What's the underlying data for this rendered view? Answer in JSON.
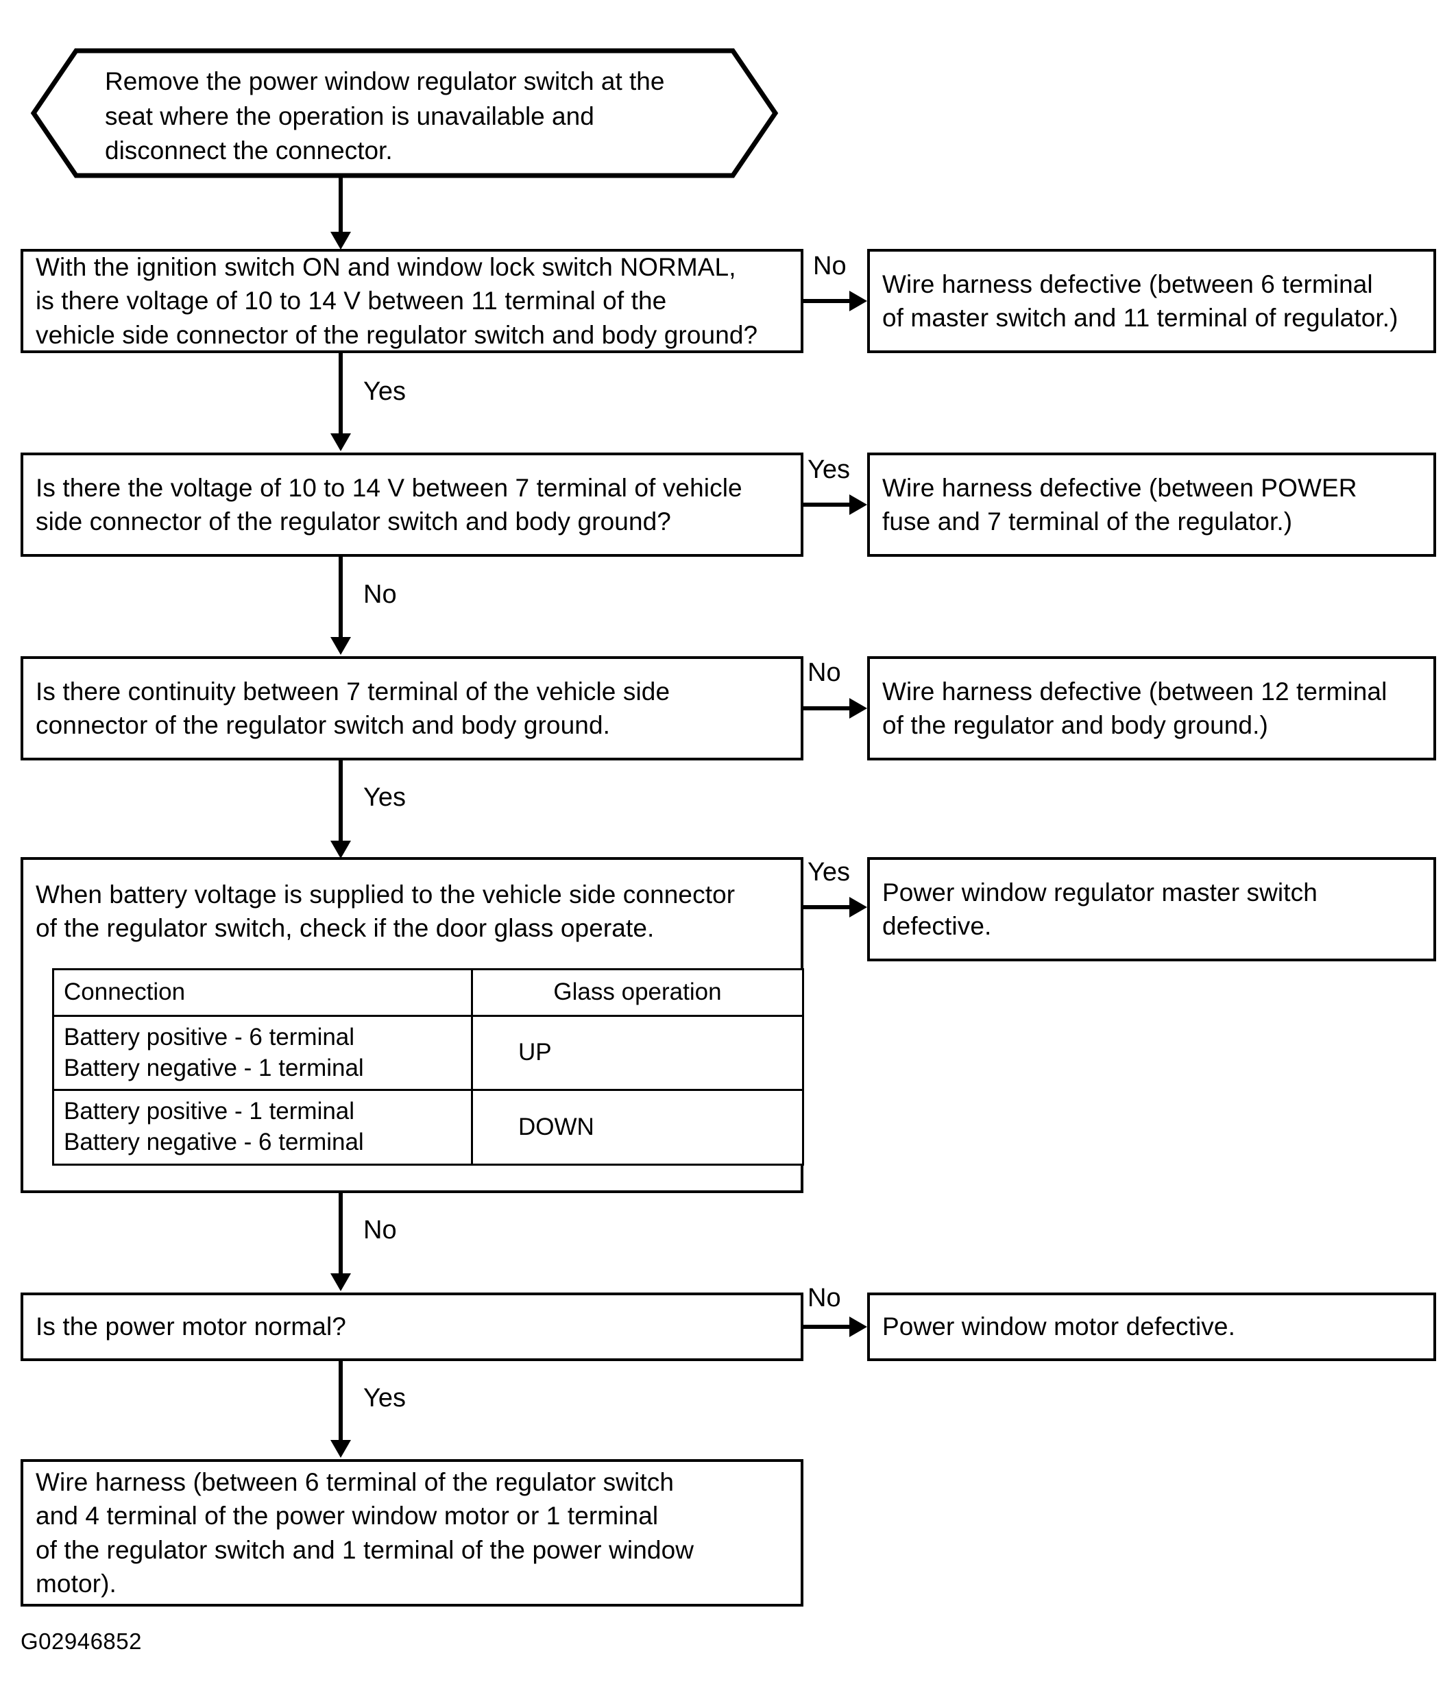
{
  "figure": {
    "id_code": "G02946852",
    "title": "Power window regulator switch diagnostic flowchart"
  },
  "start": {
    "shape": "hexagon",
    "text": "Remove the power window regulator switch at the\nseat where the operation is unavailable and\ndisconnect the connector."
  },
  "steps": [
    {
      "question": "With the ignition switch ON and window lock switch NORMAL,\nis there voltage of 10 to 14 V between 11 terminal of the\nvehicle side connector of the regulator switch and body ground?",
      "branch_label": "No",
      "result": "Wire harness defective (between 6 terminal\nof master switch and 11 terminal of regulator.)",
      "next_label": "Yes"
    },
    {
      "question": "Is there the voltage of 10 to 14 V between 7 terminal of vehicle\nside connector of the regulator switch and body ground?",
      "branch_label": "Yes",
      "result": "Wire harness defective (between POWER\nfuse and 7 terminal of the regulator.)",
      "next_label": "No"
    },
    {
      "question": "Is there continuity between 7 terminal of the vehicle side\nconnector of the regulator switch and body ground.",
      "branch_label": "No",
      "result": "Wire harness defective (between 12 terminal\nof the regulator and body ground.)",
      "next_label": "Yes"
    },
    {
      "question": "When battery voltage is supplied to the vehicle side connector\nof the regulator switch, check if the door glass operate.",
      "branch_label": "Yes",
      "result": "Power window regulator master switch\ndefective.",
      "next_label": "No"
    },
    {
      "question": "Is the power motor normal?",
      "branch_label": "No",
      "result": "Power window motor defective.",
      "next_label": "Yes"
    }
  ],
  "operation_table": {
    "headers": [
      "Connection",
      "Glass operation"
    ],
    "rows": [
      {
        "connection": "Battery positive - 6 terminal\nBattery negative - 1 terminal",
        "glass_operation": "UP"
      },
      {
        "connection": "Battery positive - 1 terminal\nBattery negative - 6 terminal",
        "glass_operation": "DOWN"
      }
    ]
  },
  "end": {
    "text": "Wire harness (between 6 terminal of the regulator switch\nand 4 terminal of the power window motor or 1 terminal\nof the regulator switch and 1 terminal of the power window\nmotor)."
  }
}
